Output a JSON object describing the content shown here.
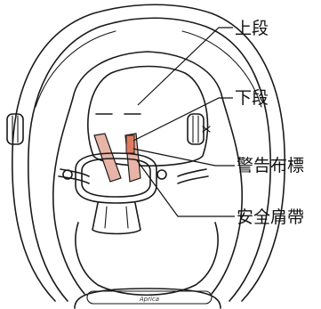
{
  "labels": {
    "upper": "上段",
    "lower": "下段",
    "warning": "警告布標",
    "shoulder_belt": "安全肩帶"
  },
  "brand": "Aprica",
  "colors": {
    "belt": "#e8b4a8",
    "warning_tag": "#e07a5f",
    "line": "#1a1a1a",
    "background": "#ffffff"
  }
}
